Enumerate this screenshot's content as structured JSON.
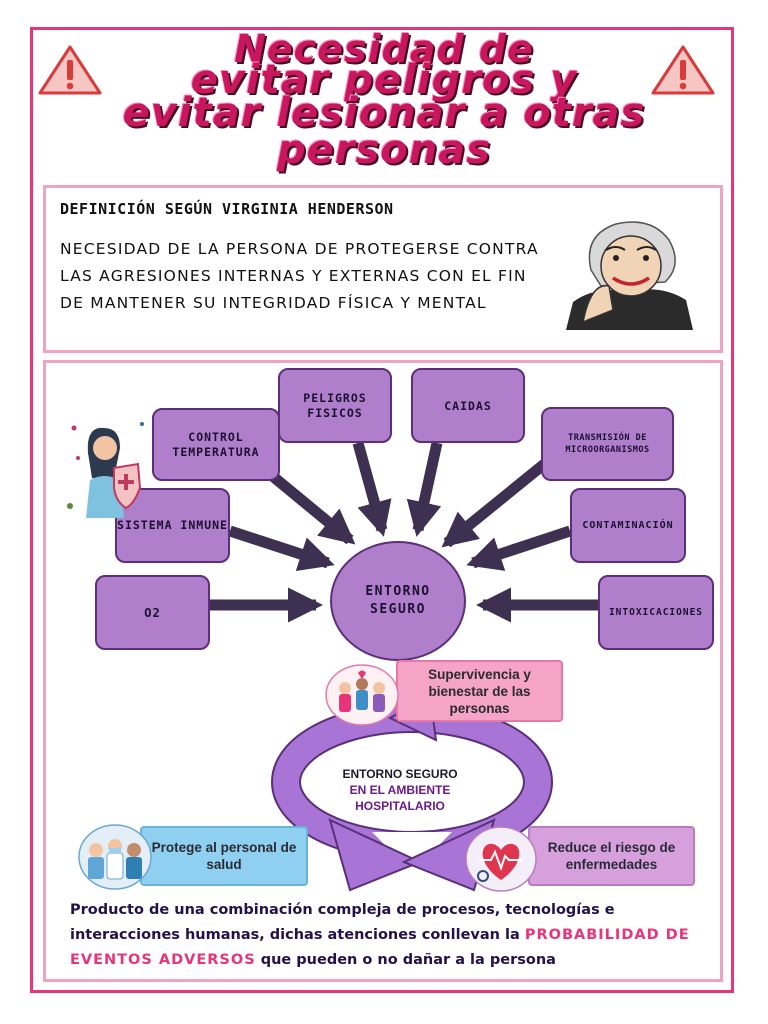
{
  "title": {
    "line1": "Necesidad de",
    "line2": "evitar peligros y",
    "line3": "evitar lesionar a otras",
    "line4": "personas"
  },
  "definition": {
    "heading": "DEFINICIÓN SEGÚN VIRGINIA HENDERSON",
    "text": "NECESIDAD DE LA PERSONA DE PROTEGERSE CONTRA LAS AGRESIONES INTERNAS Y EXTERNAS CON EL FIN DE MANTENER SU INTEGRIDAD FÍSICA Y MENTAL"
  },
  "mindmap": {
    "center": "ENTORNO SEGURO",
    "nodes": {
      "control_temperatura": "CONTROL TEMPERATURA",
      "peligros_fisicos": "PELIGROS FISICOS",
      "caidas": "CAIDAS",
      "transmision": "TRANSMISIÓN DE MICROORGANISMOS",
      "sistema_inmune": "SISTEMA INMUNE",
      "contaminacion": "CONTAMINACIÓN",
      "o2": "O2",
      "intoxicaciones": "INTOXICACIONES"
    }
  },
  "cycle": {
    "center_line1": "ENTORNO SEGURO",
    "center_line2": "EN EL AMBIENTE HOSPITALARIO",
    "top": "Supervivencia y bienestar de las personas",
    "left": "Protege al personal de salud",
    "right": "Reduce el riesgo de enfermedades"
  },
  "footer": {
    "part1": "Producto de una combinación compleja de procesos, tecnologías e interacciones humanas, dichas atenciones conllevan la",
    "highlight": "PROBABILIDAD DE EVENTOS ADVERSOS",
    "part2": "que pueden o no dañar a la persona"
  },
  "colors": {
    "frame": "#e8357a",
    "title": "#c8175e",
    "node_fill": "#b07fcc",
    "node_border": "#5c2f78",
    "arrow": "#3d3050",
    "cycle_ring": "#a874d6",
    "top_box": "#f5a3c7",
    "left_box": "#8fd0f0",
    "right_box": "#d6a0dc"
  },
  "icons": [
    "warning-icon",
    "woman-shield-icon",
    "people-icon",
    "medical-staff-icon",
    "heart-health-icon"
  ]
}
